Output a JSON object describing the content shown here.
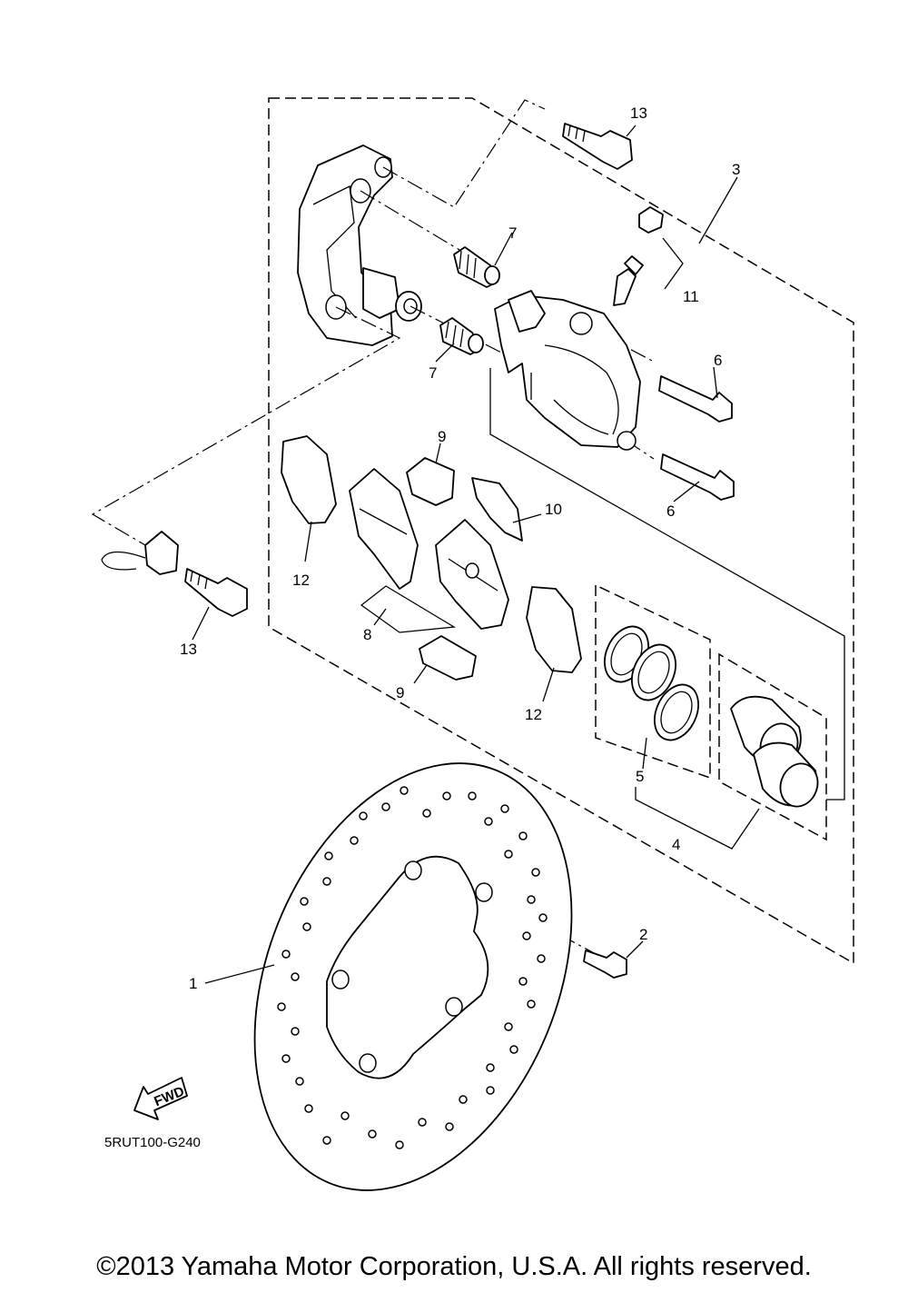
{
  "diagram_code": "5RUT100-G240",
  "fwd_arrow_text": "FWD",
  "copyright": "©2013 Yamaha Motor Corporation, U.S.A. All rights reserved.",
  "callouts": {
    "c1": "1",
    "c2": "2",
    "c3": "3",
    "c4": "4",
    "c5": "5",
    "c6a": "6",
    "c6b": "6",
    "c7a": "7",
    "c7b": "7",
    "c8": "8",
    "c9a": "9",
    "c9b": "9",
    "c10": "10",
    "c11": "11",
    "c12a": "12",
    "c12b": "12",
    "c13a": "13",
    "c13b": "13"
  }
}
